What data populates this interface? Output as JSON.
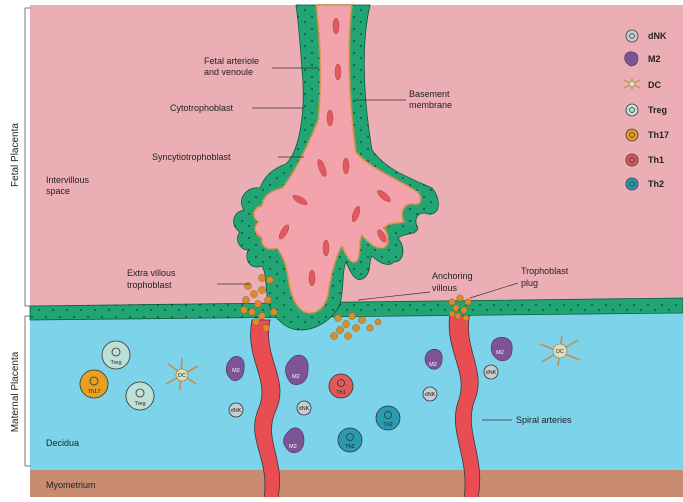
{
  "side_labels": {
    "fetal": "Fetal Placenta",
    "maternal": "Maternal Placenta"
  },
  "labels": {
    "fetal_arteriole": "Fetal arteriole",
    "and_venoule": "and venoule",
    "cytotrophoblast": "Cytotrophoblast",
    "basement_1": "Basement",
    "basement_2": "membrane",
    "syncytiotrophoblast": "Syncytiotrophoblast",
    "intervillous_1": "Intervillous",
    "intervillous_2": "space",
    "extra_villous_1": "Extra villous",
    "extra_villous_2": "trophoblast",
    "anchoring_1": "Anchoring",
    "anchoring_2": "villous",
    "trophoblast_plug_1": "Trophoblast",
    "trophoblast_plug_2": "plug",
    "spiral_arteries": "Spiral arteries",
    "decidua": "Decidua",
    "myometrium": "Myometrium"
  },
  "legend": [
    {
      "label": "dNK"
    },
    {
      "label": "M2"
    },
    {
      "label": "DC"
    },
    {
      "label": "Treg"
    },
    {
      "label": "Th17"
    },
    {
      "label": "Th1"
    },
    {
      "label": "Th2"
    }
  ],
  "cell_labels": {
    "treg": "Treg",
    "th17": "Th17",
    "dc": "DC",
    "m2": "M2",
    "dnk": "dNK",
    "th1": "Th1",
    "th2": "Th2"
  },
  "colors": {
    "fetal_bg": "#ebaeb4",
    "maternal_bg": "#7dd3ea",
    "myometrium": "#c98c71",
    "syncytio": "#21a574",
    "villous_core": "#f2a3ab",
    "vessel": "#e84d54",
    "cytotrophoblast": "#d98c2b",
    "m2": "#7d5495",
    "th2": "#2a9ab0",
    "th17": "#e8a020",
    "th1": "#e05a5a"
  }
}
